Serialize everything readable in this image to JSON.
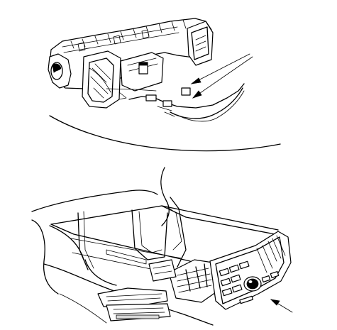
{
  "figure": {
    "title": "",
    "colors": {
      "line": "#000000",
      "background": "#ffffff",
      "shade": "#d8d8d8"
    },
    "top_view": {
      "assembly": "heater-unit-duct-assembly",
      "callout_arrows": 2
    },
    "bottom_view": {
      "assembly": "center-console-audio-panel",
      "callout_arrows": 1
    }
  }
}
